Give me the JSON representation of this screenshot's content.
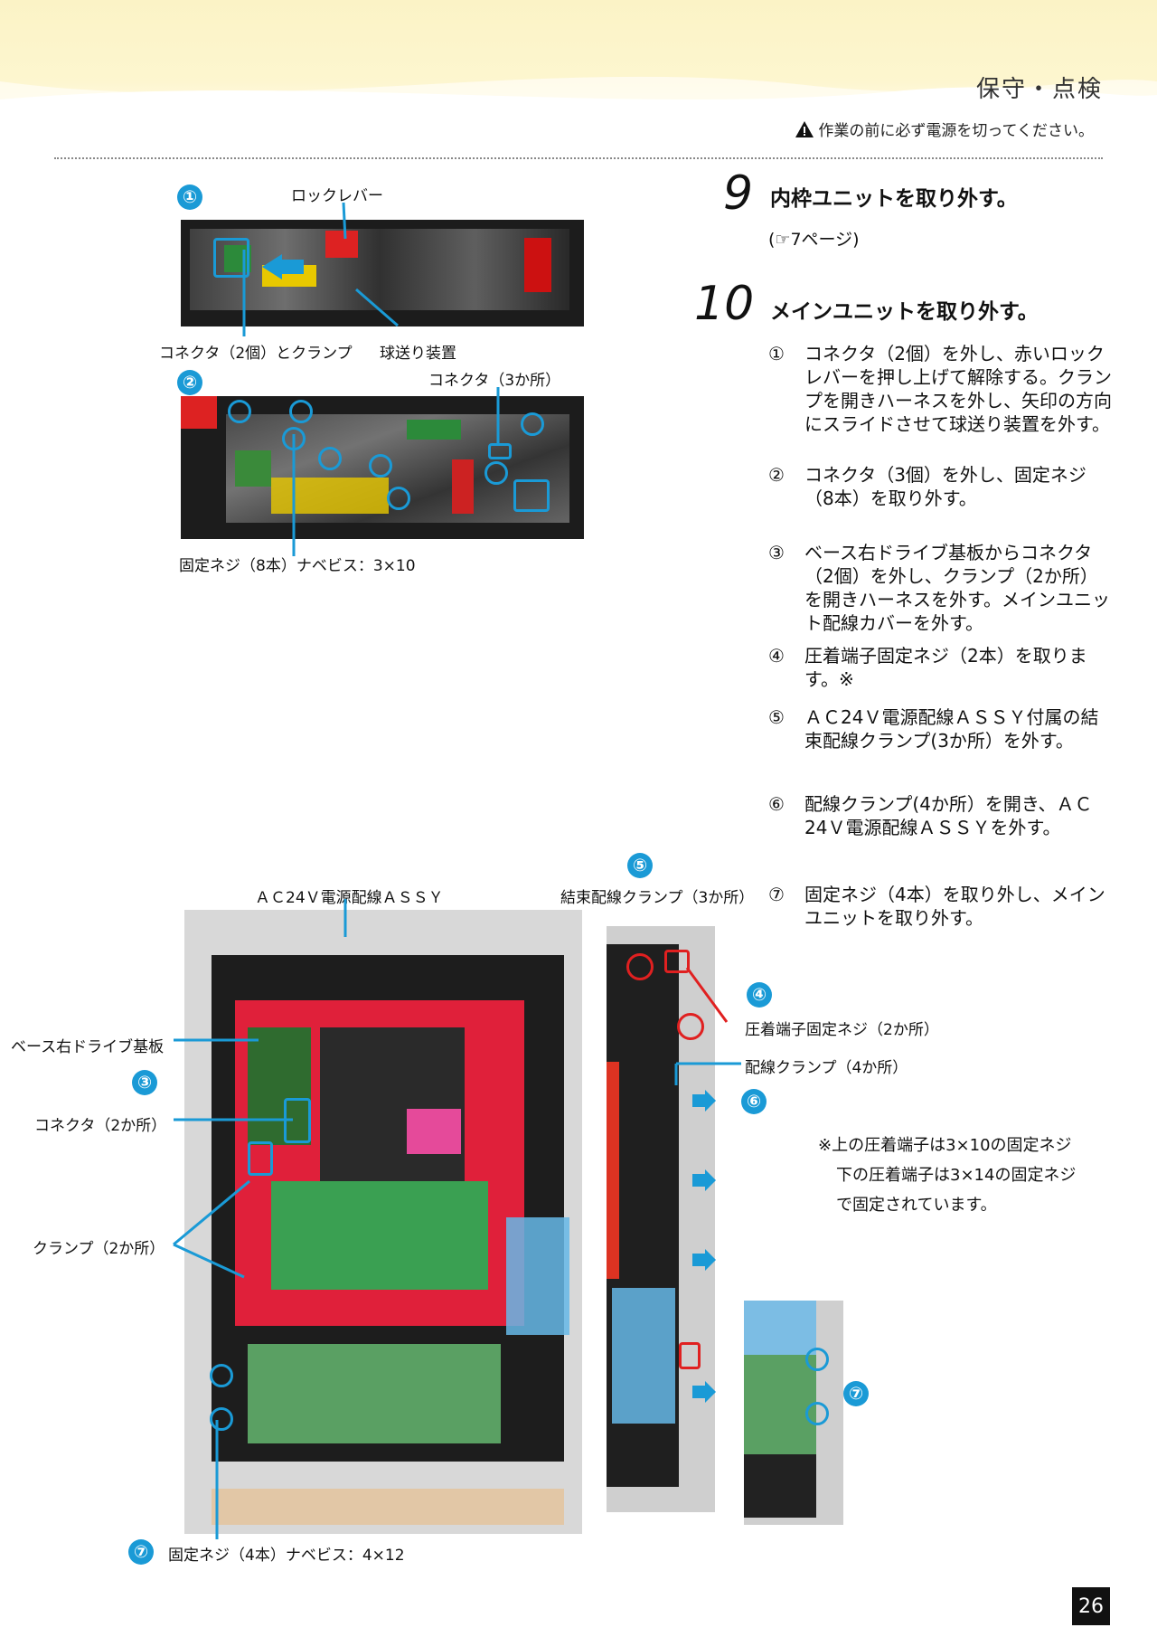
{
  "header": {
    "section_title": "保守・点検",
    "warning": "作業の前に必ず電源を切ってください。"
  },
  "markers": {
    "m1": "①",
    "m2": "②",
    "m3": "③",
    "m4": "④",
    "m5": "⑤",
    "m6": "⑥",
    "m7": "⑦",
    "m7b": "⑦"
  },
  "fig1": {
    "lock_lever": "ロックレバー",
    "connector_clamp": "コネクタ（2個）とクランプ",
    "ball_feeder": "球送り装置"
  },
  "fig2": {
    "connectors": "コネクタ（3か所）",
    "screws": "固定ネジ（8本）ナベビス：3×10"
  },
  "fig3": {
    "ac24v": "ＡＣ24Ｖ電源配線ＡＳＳＹ",
    "bundle_clamp": "結束配線クランプ（3か所）",
    "drive_board": "ベース右ドライブ基板",
    "connector2": "コネクタ（2か所）",
    "clamp2": "クランプ（2か所）",
    "crimp_screw": "圧着端子固定ネジ（2か所）",
    "wire_clamp": "配線クランプ（4か所）",
    "fix_screw": "固定ネジ（4本）ナベビス：4×12"
  },
  "note": {
    "l1": "※上の圧着端子は3×10の固定ネジ",
    "l2": "下の圧着端子は3×14の固定ネジ",
    "l3": "で固定されています。"
  },
  "step9": {
    "num": "9",
    "title": "内枠ユニットを取り外す。",
    "ref": "(☞7ページ)"
  },
  "step10": {
    "num": "10",
    "title": "メインユニットを取り外す。",
    "items": [
      {
        "m": "①",
        "t": "コネクタ（2個）を外し、赤いロックレバーを押し上げて解除する。クランプを開きハーネスを外し、矢印の方向にスライドさせて球送り装置を外す。"
      },
      {
        "m": "②",
        "t": "コネクタ（3個）を外し、固定ネジ（8本）を取り外す。"
      },
      {
        "m": "③",
        "t": "ベース右ドライブ基板からコネクタ（2個）を外し、クランプ（2か所）を開きハーネスを外す。メインユニット配線カバーを外す。"
      },
      {
        "m": "④",
        "t": "圧着端子固定ネジ（2本）を取ります。※"
      },
      {
        "m": "⑤",
        "t": "ＡＣ24Ｖ電源配線ＡＳＳＹ付属の結束配線クランプ(3か所）を外す。"
      },
      {
        "m": "⑥",
        "t": "配線クランプ(4か所）を開き、ＡＣ24Ｖ電源配線ＡＳＳＹを外す。"
      },
      {
        "m": "⑦",
        "t": "固定ネジ（4本）を取り外し、メインユニットを取り外す。"
      }
    ]
  },
  "page": {
    "number": "26"
  }
}
